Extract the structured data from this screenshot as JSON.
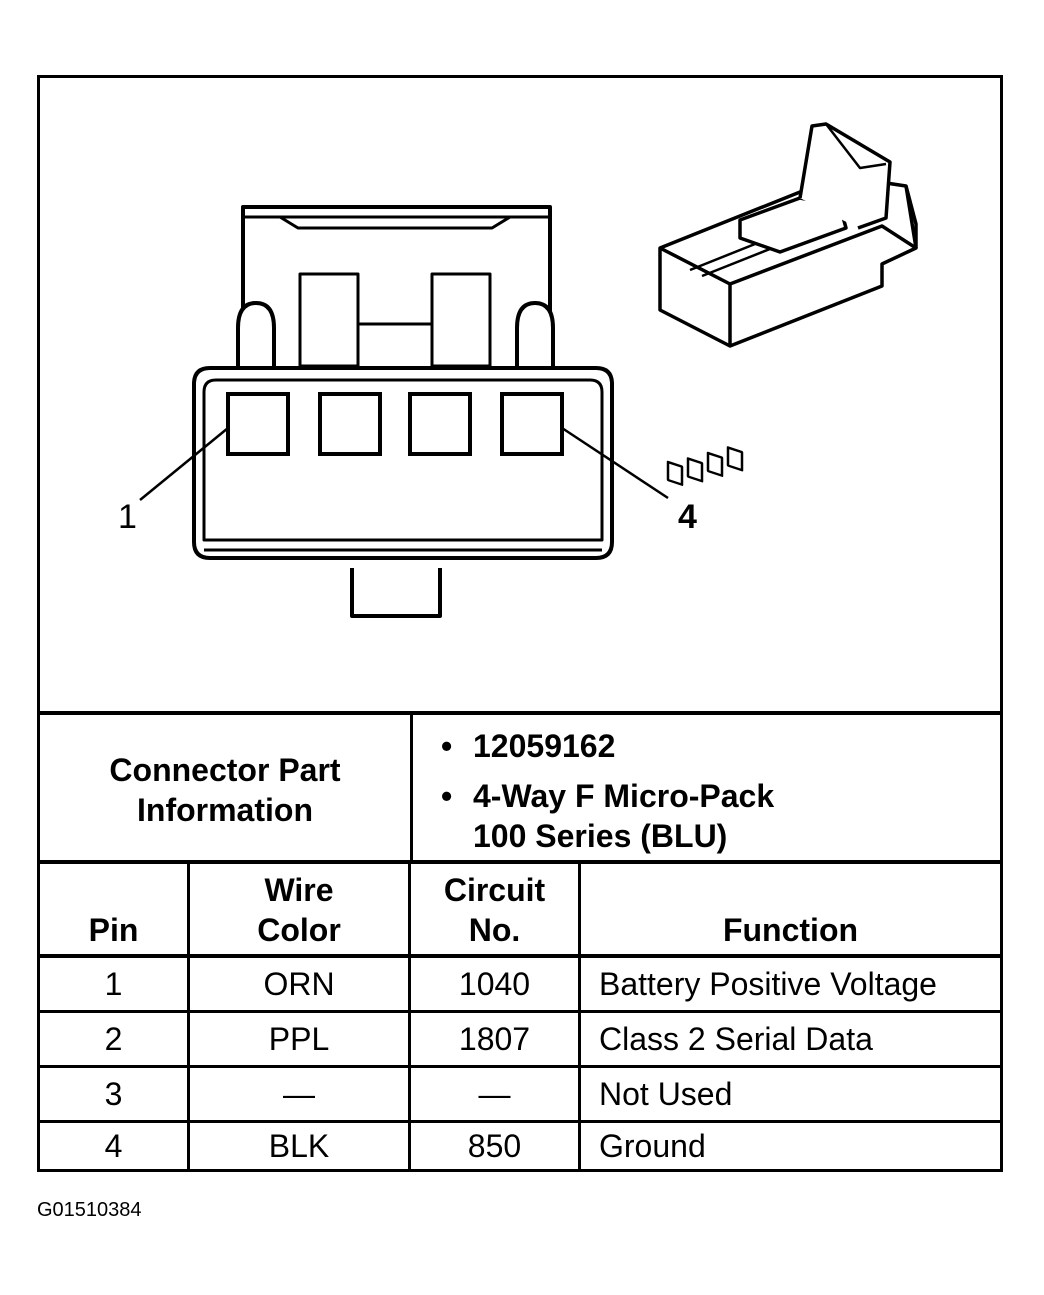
{
  "diagram": {
    "callouts": {
      "pin_first": "1",
      "pin_last": "4"
    }
  },
  "connector_info": {
    "label_line1": "Connector Part",
    "label_line2": "Information",
    "part_number": "12059162",
    "description_line1": "4-Way F Micro-Pack",
    "description_line2": "100 Series (BLU)",
    "bullet": "•"
  },
  "table": {
    "headers": {
      "pin": "Pin",
      "wire_color_line1": "Wire",
      "wire_color_line2": "Color",
      "circuit_line1": "Circuit",
      "circuit_line2": "No.",
      "function": "Function"
    },
    "rows": [
      {
        "pin": "1",
        "wire_color": "ORN",
        "circuit": "1040",
        "function": "Battery Positive Voltage"
      },
      {
        "pin": "2",
        "wire_color": "PPL",
        "circuit": "1807",
        "function": "Class 2 Serial Data"
      },
      {
        "pin": "3",
        "wire_color": "—",
        "circuit": "—",
        "function": "Not Used"
      },
      {
        "pin": "4",
        "wire_color": "BLK",
        "circuit": "850",
        "function": "Ground"
      }
    ]
  },
  "figure_id": "G01510384"
}
